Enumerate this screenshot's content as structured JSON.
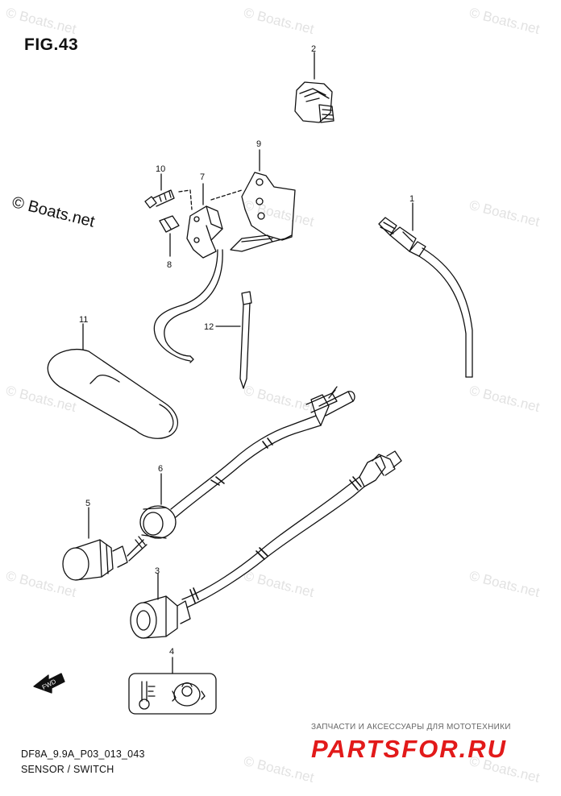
{
  "figure": {
    "title": "FIG.43",
    "code": "DF8A_9.9A_P03_013_043",
    "caption": "SENSOR / SWITCH",
    "copyright": "© Boats.net",
    "watermark": "© Boats.net",
    "fwd_arrow_text": "FWD"
  },
  "shop": {
    "line": "ЗАПЧАСТИ И АКСЕССУАРЫ ДЛЯ МОТОТЕХНИКИ",
    "brand": "PARTSFOR.RU",
    "brand_color": "#e21a1a"
  },
  "callouts": [
    "1",
    "2",
    "3",
    "4",
    "5",
    "6",
    "7",
    "8",
    "9",
    "10",
    "11",
    "12"
  ]
}
